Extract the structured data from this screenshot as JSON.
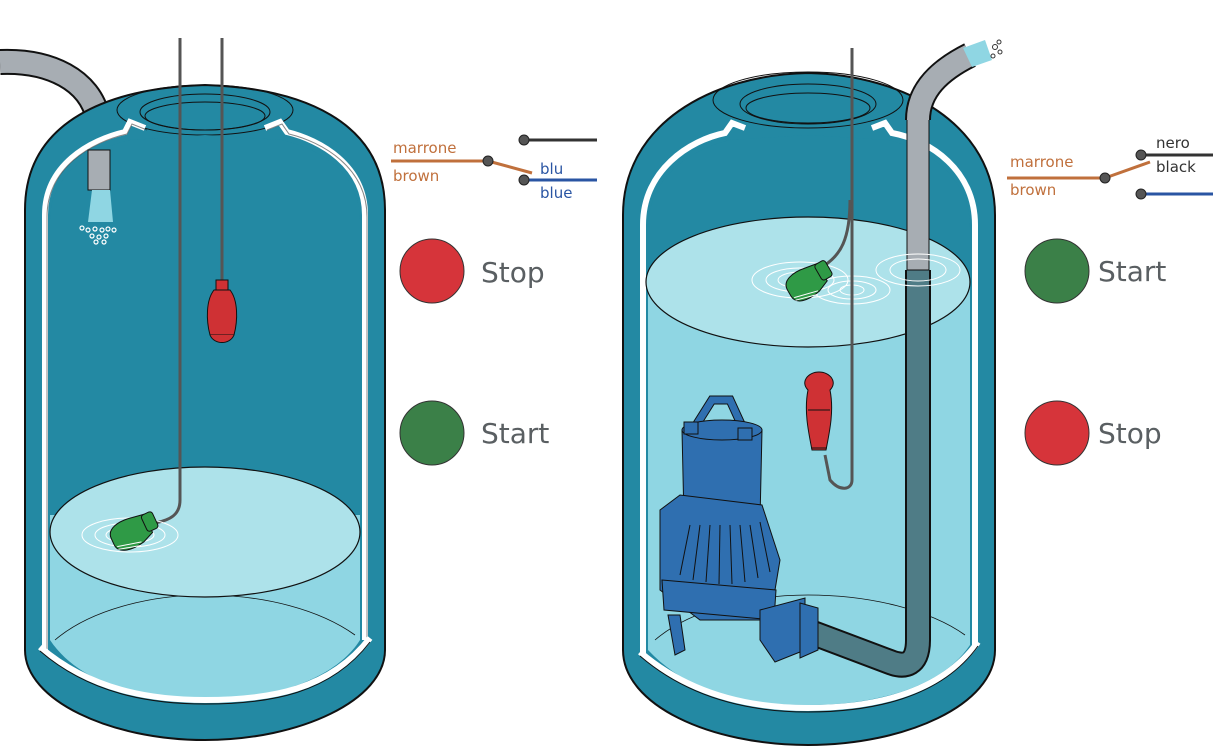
{
  "colors": {
    "tank_wall": "#2389a3",
    "tank_outline": "#111111",
    "tank_inner_liner": "#ffffff",
    "water_surface": "#ade2ea",
    "water_body": "#8fd6e3",
    "pipe_gray": "#a7adb3",
    "pipe_submerged": "#4f7c86",
    "float_green": "#2f9a46",
    "float_red": "#cf3134",
    "pump_blue": "#2f6fb0",
    "wire_brown": "#c0703c",
    "wire_blue": "#2a55a3",
    "wire_black": "#333333",
    "indicator_red": "#d6343a",
    "indicator_green": "#3b8048",
    "label_gray": "#5a5f62"
  },
  "panels": [
    {
      "name": "filling",
      "wiring": {
        "common_label_it": "marrone",
        "common_label_en": "brown",
        "switched_label_it": "blu",
        "switched_label_en": "blue"
      },
      "indicators": [
        {
          "state": "Stop",
          "color": "#d6343a"
        },
        {
          "state": "Start",
          "color": "#3b8048"
        }
      ]
    },
    {
      "name": "emptying",
      "wiring": {
        "common_label_it": "marrone",
        "common_label_en": "brown",
        "switched_label_it": "nero",
        "switched_label_en": "black"
      },
      "indicators": [
        {
          "state": "Start",
          "color": "#3b8048"
        },
        {
          "state": "Stop",
          "color": "#d6343a"
        }
      ]
    }
  ]
}
